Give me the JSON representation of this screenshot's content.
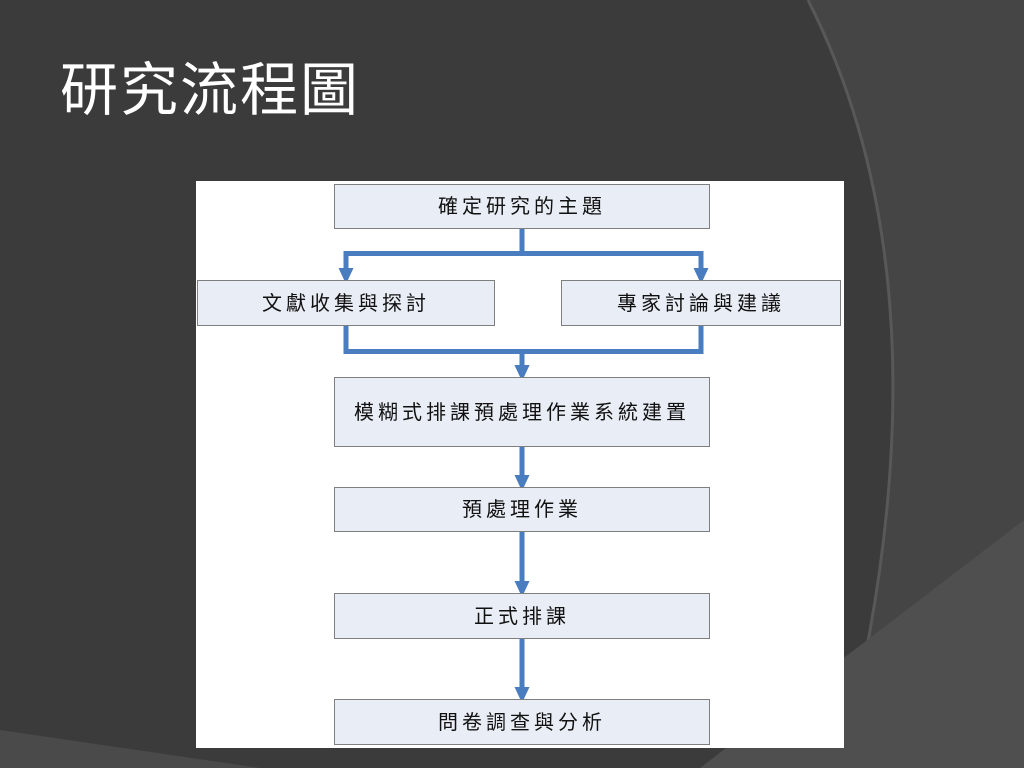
{
  "slide": {
    "title": "研究流程圖"
  },
  "colors": {
    "background": "#3b3b3b",
    "arrow": "#4a7cc0",
    "box_fill": "#e9eef6",
    "box_border": "#7f7f7f"
  },
  "flowchart": {
    "nodes": [
      {
        "id": "topic",
        "label": "確定研究的主題"
      },
      {
        "id": "literature",
        "label": "文獻收集與探討"
      },
      {
        "id": "experts",
        "label": "專家討論與建議"
      },
      {
        "id": "system",
        "label": "模糊式排課預處理作業系統建置"
      },
      {
        "id": "preprocess",
        "label": "預處理作業"
      },
      {
        "id": "schedule",
        "label": "正式排課"
      },
      {
        "id": "survey",
        "label": "問卷調查與分析"
      }
    ],
    "edges": [
      {
        "from": "topic",
        "to": "literature"
      },
      {
        "from": "topic",
        "to": "experts"
      },
      {
        "from": "literature",
        "to": "system"
      },
      {
        "from": "experts",
        "to": "system"
      },
      {
        "from": "system",
        "to": "preprocess"
      },
      {
        "from": "preprocess",
        "to": "schedule"
      },
      {
        "from": "schedule",
        "to": "survey"
      }
    ]
  }
}
